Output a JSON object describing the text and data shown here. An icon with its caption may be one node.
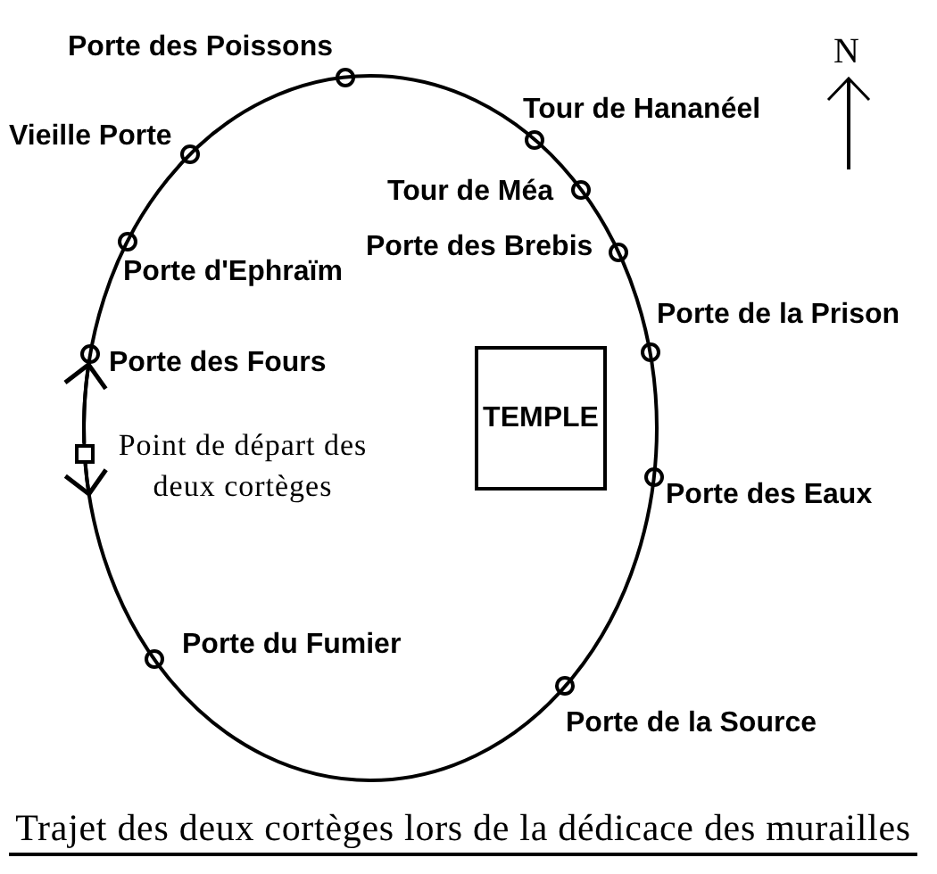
{
  "diagram": {
    "caption": "Trajet des deux cortèges lors de la dédicace des murailles",
    "nodes": [
      {
        "text": [],
        "shape": "circle",
        "beside": [
          "Porte des Poissons"
        ]
      },
      {
        "text": [],
        "shape": "circle",
        "beside": [
          "Vieille Porte"
        ]
      },
      {
        "text": [],
        "shape": "circle",
        "beside": [
          "Tour de Hananéel"
        ]
      },
      {
        "text": [],
        "shape": "circle",
        "beside": [
          "Tour de Méa"
        ]
      },
      {
        "text": [],
        "shape": "circle",
        "beside": [
          "Porte d'Ephraïm"
        ]
      },
      {
        "text": [],
        "shape": "circle",
        "beside": [
          "Porte des Brebis"
        ]
      },
      {
        "text": [],
        "shape": "circle",
        "beside": [
          "Porte de la Prison"
        ]
      },
      {
        "text": [],
        "shape": "circle",
        "beside": [
          "Porte des Fours"
        ]
      },
      {
        "text": [
          "TEMPLE"
        ]
      },
      {
        "text": [],
        "shape": "box",
        "beside": [
          "Point de départ des deux cortèges"
        ]
      },
      {
        "text": [],
        "shape": "circle",
        "beside": [
          "Porte des Eaux"
        ]
      },
      {
        "text": [],
        "shape": "circle",
        "beside": [
          "Porte du Fumier"
        ]
      },
      {
        "text": [],
        "shape": "circle",
        "beside": [
          "Porte de la Source"
        ]
      }
    ],
    "edges": [
      {
        "from": 9,
        "to": 7,
        "arrow": "to"
      },
      {
        "from": 9,
        "to": null,
        "arrow": "to"
      }
    ],
    "labels": [
      "N"
    ]
  }
}
